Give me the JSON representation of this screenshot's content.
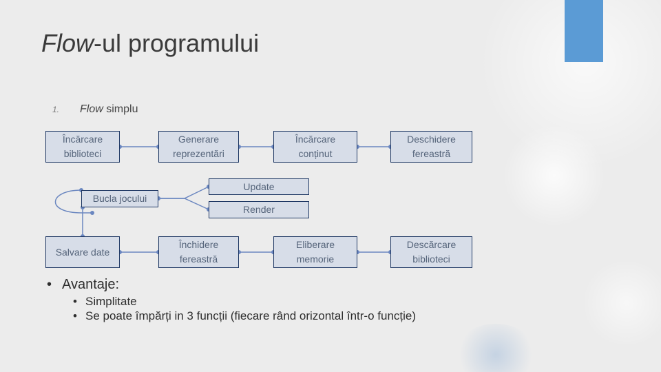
{
  "colors": {
    "background": "#ececec",
    "accent": "#5b9bd5",
    "box_fill": "#d7dde8",
    "box_border": "#1f3864",
    "connector": "#6b87c0"
  },
  "title": {
    "italic": "Flow",
    "rest": "-ul programului"
  },
  "numbered_item": {
    "number": "1.",
    "italic": "Flow",
    "rest": " simplu"
  },
  "diagram": {
    "boxes": {
      "incarcare_biblioteci": "Încărcare\nbiblioteci",
      "generare_reprezentari": "Generare\nreprezentări",
      "incarcare_continut": "Încărcare\nconținut",
      "deschidere_fereastra": "Deschidere\nfereastră",
      "update": "Update",
      "bucla_jocului": "Bucla jocului",
      "render": "Render",
      "salvare_date": "Salvare date",
      "inchidere_fereastra": "Închidere\nfereastră",
      "eliberare_memorie": "Eliberare\nmemorie",
      "descarcare_biblioteci": "Descărcare\nbiblioteci"
    }
  },
  "bullets": {
    "main": "Avantaje:",
    "subs": [
      "Simplitate",
      "Se poate împărți in 3 funcții (fiecare rând orizontal într-o funcție)"
    ]
  }
}
